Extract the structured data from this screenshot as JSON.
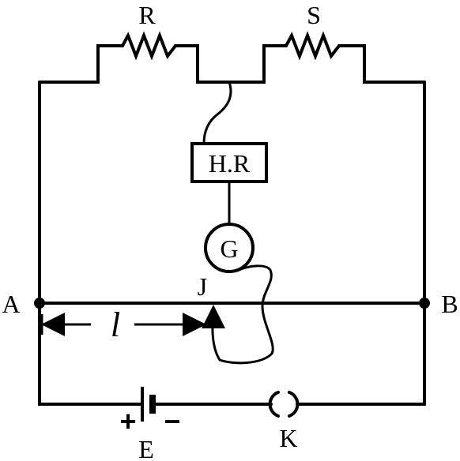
{
  "diagram": {
    "resistor_left_label": "R",
    "resistor_right_label": "S",
    "rheostat_label": "H.R",
    "galvanometer_label": "G",
    "jockey_label": "J",
    "end_left_label": "A",
    "end_right_label": "B",
    "length_label": "l",
    "cell_label": "E",
    "key_label": "K",
    "positive_sign": "+",
    "negative_sign": "−"
  }
}
